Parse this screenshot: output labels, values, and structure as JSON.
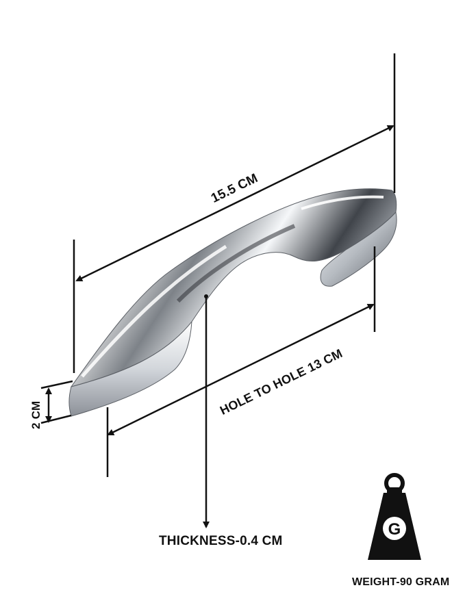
{
  "dimensions": {
    "overall_length": "15.5 CM",
    "hole_to_hole": "HOLE TO HOLE 13 CM",
    "height": "2 CM",
    "thickness": "THICKNESS-0.4 CM",
    "weight": "WEIGHT-90 GRAM"
  },
  "weight_icon": {
    "name": "weight-icon",
    "letter": "G"
  },
  "colors": {
    "background": "#ffffff",
    "line": "#111111",
    "chrome_light": "#f4f6f8",
    "chrome_dark": "#3a3d42"
  }
}
